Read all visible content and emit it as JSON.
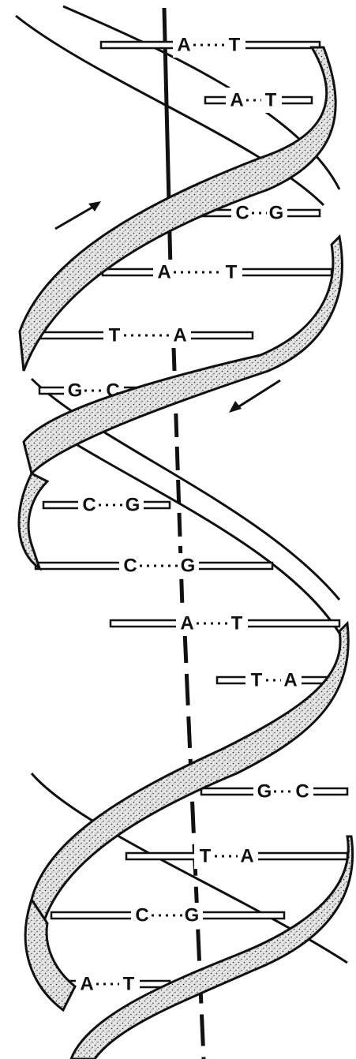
{
  "base_pairs": [
    {
      "left": "A",
      "right": "T"
    },
    {
      "left": "A",
      "right": "T"
    },
    {
      "left": "C",
      "right": "G"
    },
    {
      "left": "A",
      "right": "T"
    },
    {
      "left": "T",
      "right": "A"
    },
    {
      "left": "G",
      "right": "C"
    },
    {
      "left": "C",
      "right": "G"
    },
    {
      "left": "C",
      "right": "G"
    },
    {
      "left": "A",
      "right": "T"
    },
    {
      "left": "T",
      "right": "A"
    },
    {
      "left": "G",
      "right": "C"
    },
    {
      "left": "T",
      "right": "A"
    },
    {
      "left": "C",
      "right": "G"
    },
    {
      "left": "A",
      "right": "T"
    }
  ],
  "colors": {
    "ink": "#111111",
    "paper": "#ffffff",
    "ribbon_fill": "#d6d6d6"
  },
  "icons": [
    "strand-direction-arrow-up-icon",
    "strand-direction-arrow-down-icon"
  ]
}
